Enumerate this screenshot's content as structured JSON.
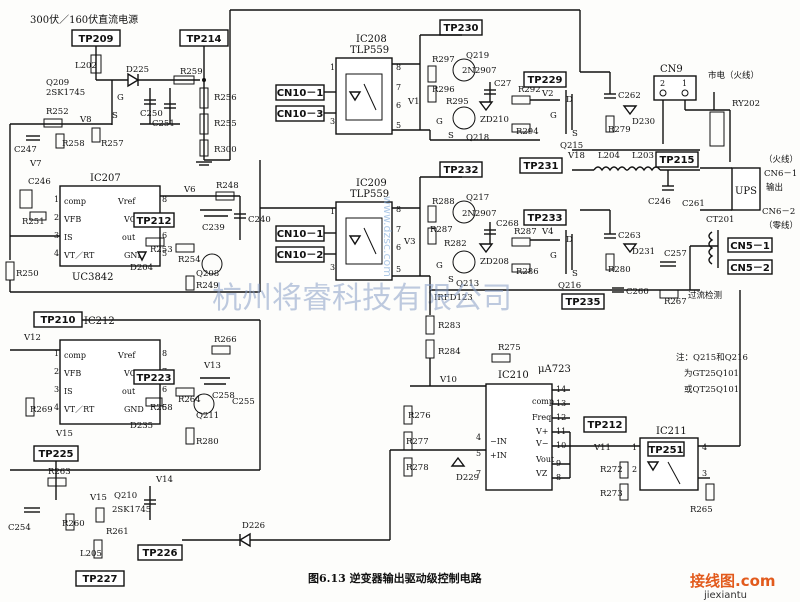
{
  "labels": {
    "supply": "300伏／160伏直流电源",
    "mains": "市电（火线）",
    "live": "（火线）",
    "output": "输出",
    "neutral": "（零线）",
    "ups": "UPS",
    "overcurrent": "过流检测"
  },
  "testpoints": {
    "tp209": "TP209",
    "tp214": "TP214",
    "tp230": "TP230",
    "tp229": "TP229",
    "tp231": "TP231",
    "tp215": "TP215",
    "tp232": "TP232",
    "tp233": "TP233",
    "tp235": "TP235",
    "tp212": "TP212",
    "tp210": "TP210",
    "tp223": "TP223",
    "tp225": "TP225",
    "tp226": "TP226",
    "tp227": "TP227",
    "tp251": "TP251"
  },
  "connectors": {
    "cn10_1": "CN10－1",
    "cn10_3": "CN10－3",
    "cn10_2": "CN10－2",
    "cn9": "CN9",
    "cn6_1": "CN6－1",
    "cn6_2": "CN6－2",
    "cn5_1": "CN5－1",
    "cn5_2": "CN5－2"
  },
  "ics": {
    "ic207": "IC207",
    "ic207_part": "UC3842",
    "ic208": "IC208",
    "ic208_part": "TLP559",
    "ic209": "IC209",
    "ic209_part": "TLP559",
    "ic212": "IC212",
    "ic210": "IC210",
    "ic210_part": "μA723",
    "ic211": "IC211"
  },
  "pins": {
    "comp": "comp",
    "vfb": "VFB",
    "is": "IS",
    "vtrt": "VT／RT",
    "vref": "Vref",
    "vc": "VC",
    "out": "out",
    "gnd": "GND",
    "freq": "Freq",
    "vplus": "V+",
    "vminus": "V−",
    "inminus": "−IN",
    "inplus": "+IN",
    "vout": "Vout",
    "vz": "VZ",
    "g": "G",
    "s": "S",
    "d": "D"
  },
  "volts": {
    "v1": "V1",
    "v2": "V2",
    "v3": "V3",
    "v4": "V4",
    "v6": "V6",
    "v7": "V7",
    "v8": "V8",
    "v10": "V10",
    "v11": "V11",
    "v12": "V12",
    "v13": "V13",
    "v14": "V14",
    "v15": "V15",
    "v15b": "V15",
    "v18": "V18"
  },
  "components": {
    "l202": "L202",
    "d225": "D225",
    "r259": "R259",
    "r256": "R256",
    "r255": "R255",
    "r300": "R300",
    "q209": "Q209",
    "q209_part": "2SK1745",
    "c250": "C250",
    "c251": "C251",
    "r252": "R252",
    "r258": "R258",
    "r257": "R257",
    "c247": "C247",
    "c246": "C246",
    "r251": "R251",
    "r250": "R250",
    "r248": "R248",
    "c239": "C239",
    "c240": "C240",
    "r253": "R253",
    "d204": "D204",
    "r254": "R254",
    "q208": "Q208",
    "r249": "R249",
    "r297": "R297",
    "r296": "R296",
    "r295": "R295",
    "q219": "Q219",
    "q219_part": "2N2907",
    "q218": "Q218",
    "c27": "C27",
    "zd210": "ZD210",
    "r292": "R292",
    "r294": "R294",
    "q215": "Q215",
    "c262": "C262",
    "r279": "R279",
    "d230": "D230",
    "ry202": "RY202",
    "l204": "L204",
    "l203": "L203",
    "c246b": "C246",
    "c261": "C261",
    "ct201": "CT201",
    "r288": "R288",
    "r287": "R287",
    "r282": "R282",
    "q217": "Q217",
    "q217_part": "2N2907",
    "q213": "Q213",
    "irfd123": "IRFD123",
    "c268": "C268",
    "zd208": "ZD208",
    "r287b": "R287",
    "r286": "R286",
    "q216": "Q216",
    "c263": "C263",
    "r280": "R280",
    "d231": "D231",
    "c257": "C257",
    "r267": "R267",
    "c260": "C260",
    "r269": "R269",
    "r268": "R268",
    "d235": "D235",
    "r266": "R266",
    "c258": "C258",
    "c255": "C255",
    "r264": "R264",
    "q211": "Q211",
    "r280b": "R280",
    "r263": "R263",
    "c254": "C254",
    "r260": "R260",
    "q210": "Q210",
    "q210_part": "2SK1745",
    "r261": "R261",
    "l205": "L205",
    "d226": "D226",
    "r283": "R283",
    "r284": "R284",
    "r275": "R275",
    "r276": "R276",
    "r277": "R277",
    "r278": "R278",
    "d229": "D229",
    "r272": "R272",
    "r273": "R273",
    "r265": "R265"
  },
  "notes": {
    "line1": "注：Q215和Q216",
    "line2": "为GT25Q101",
    "line3": "或QT25Q101"
  },
  "caption": "图6.13 逆变器输出驱动级控制电路",
  "watermark": {
    "company": "杭州将睿科技有限公司",
    "url": "www.dzsc.com"
  },
  "logo": {
    "brand": "接线图.com",
    "url": "jiexiantu"
  }
}
